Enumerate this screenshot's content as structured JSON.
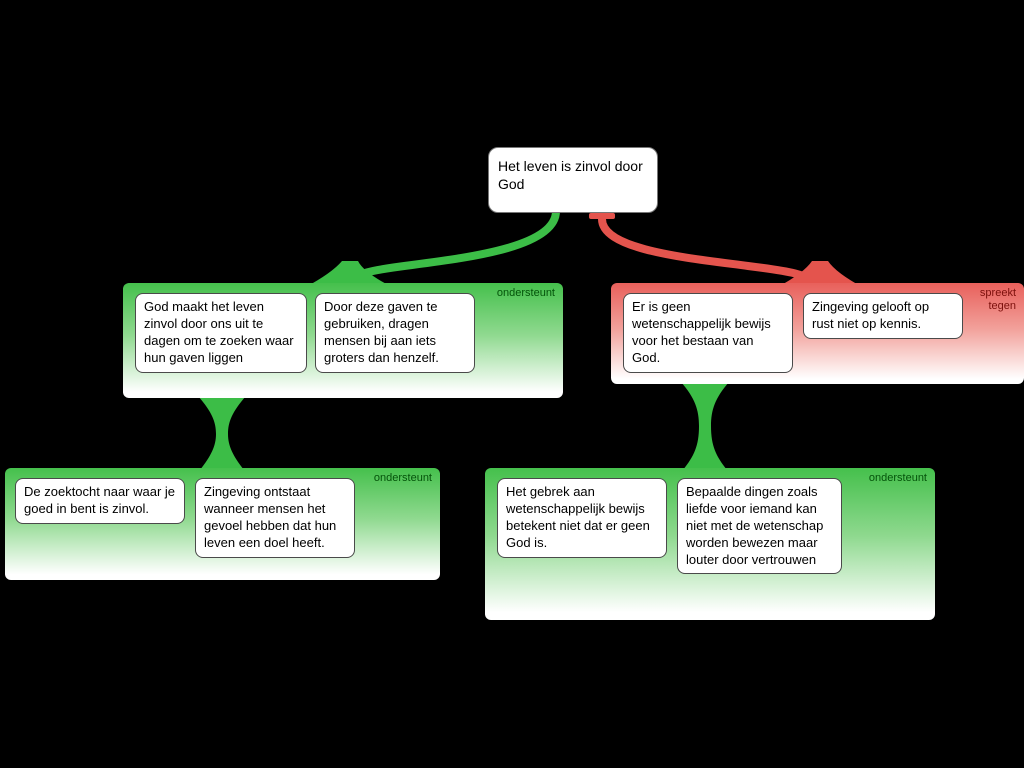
{
  "colors": {
    "background": "#000000",
    "support_green": "#3cbd47",
    "support_label": "#04530a",
    "oppose_red": "#e4544d",
    "oppose_label": "#7c100c",
    "card_background": "#ffffff"
  },
  "claim": {
    "text": "Het leven is zinvol door God"
  },
  "groups": [
    {
      "name": "support-top-left",
      "type": "support",
      "label": "ondersteunt",
      "cards": [
        {
          "text": "God maakt het leven zinvol door ons uit te dagen om te zoeken waar hun gaven liggen"
        },
        {
          "text": "Door deze gaven te gebruiken, dragen mensen bij aan iets groters dan henzelf."
        }
      ]
    },
    {
      "name": "oppose-top-right",
      "type": "oppose",
      "label": "spreekt tegen",
      "cards": [
        {
          "text": "Er is geen wetenschappelijk bewijs voor het bestaan van God."
        },
        {
          "text": "Zingeving gelooft op rust niet op kennis."
        }
      ]
    },
    {
      "name": "support-bottom-left",
      "type": "support",
      "label": "ondersteunt",
      "cards": [
        {
          "text": "De zoektocht naar waar je goed in bent is zinvol."
        },
        {
          "text": "Zingeving ontstaat wanneer mensen het gevoel hebben dat hun leven een doel heeft."
        }
      ]
    },
    {
      "name": "support-bottom-right",
      "type": "support",
      "label": "ondersteunt",
      "cards": [
        {
          "text": "Het gebrek aan wetenschappelijk bewijs betekent niet dat er geen God is."
        },
        {
          "text": "Bepaalde dingen zoals liefde voor iemand kan niet met de wetenschap worden bewezen maar louter door vertrouwen"
        }
      ]
    }
  ]
}
